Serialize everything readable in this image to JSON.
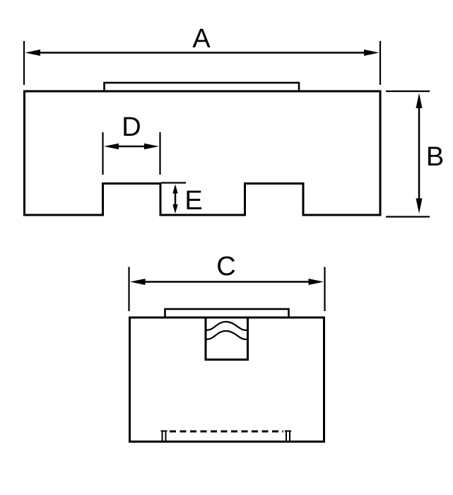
{
  "drawing": {
    "background_color": "#ffffff",
    "line_color": "#000000",
    "labels": {
      "A": "A",
      "B": "B",
      "C": "C",
      "D": "D",
      "E": "E"
    }
  }
}
